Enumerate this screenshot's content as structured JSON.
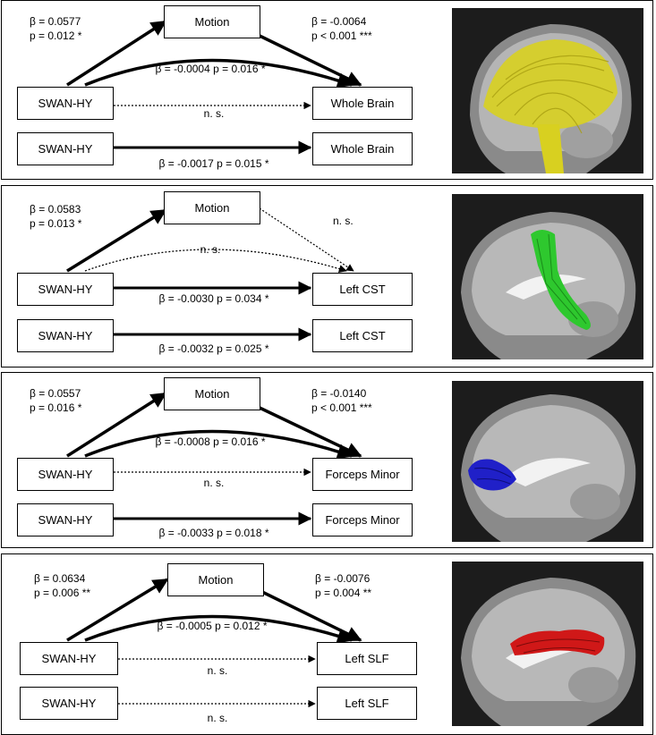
{
  "panels": [
    {
      "id": "whole-brain",
      "predictor": "SWAN-HY",
      "mediator": "Motion",
      "outcome": "Whole Brain",
      "a_path": [
        "β = 0.0577",
        "p = 0.012 *"
      ],
      "b_path": [
        "β = -0.0064",
        "p < 0.001 ***"
      ],
      "direct": "β = -0.0004 p = 0.016 *",
      "indirect_dotted": "n. s.",
      "total": "β = -0.0017 p = 0.015 *",
      "tract_color": "#d8d020",
      "tract_icon": "yellow-whole-brain-tractography"
    },
    {
      "id": "left-cst",
      "predictor": "SWAN-HY",
      "mediator": "Motion",
      "outcome": "Left CST",
      "a_path": [
        "β = 0.0583",
        "p = 0.013 *"
      ],
      "b_path": [
        "n. s."
      ],
      "direct": "n. s.",
      "indirect_dotted": "β = -0.0030 p = 0.034 *",
      "total": "β = -0.0032 p = 0.025 *",
      "tract_color": "#2ec82e",
      "tract_icon": "green-corticospinal-tract"
    },
    {
      "id": "forceps-minor",
      "predictor": "SWAN-HY",
      "mediator": "Motion",
      "outcome": "Forceps Minor",
      "a_path": [
        "β = 0.0557",
        "p = 0.016 *"
      ],
      "b_path": [
        "β = -0.0140",
        "p < 0.001 ***"
      ],
      "direct": "β = -0.0008 p = 0.016 *",
      "indirect_dotted": "n. s.",
      "total": "β = -0.0033 p = 0.018 *",
      "tract_color": "#2020c8",
      "tract_icon": "blue-forceps-minor"
    },
    {
      "id": "left-slf",
      "predictor": "SWAN-HY",
      "mediator": "Motion",
      "outcome": "Left SLF",
      "a_path": [
        "β = 0.0634",
        "p = 0.006 **"
      ],
      "b_path": [
        "β = -0.0076",
        "p = 0.004 **"
      ],
      "direct": "β = -0.0005 p = 0.012 *",
      "indirect_dotted": "n. s.",
      "total": "n. s.",
      "tract_color": "#d01818",
      "tract_icon": "red-superior-longitudinal-fasciculus"
    }
  ]
}
